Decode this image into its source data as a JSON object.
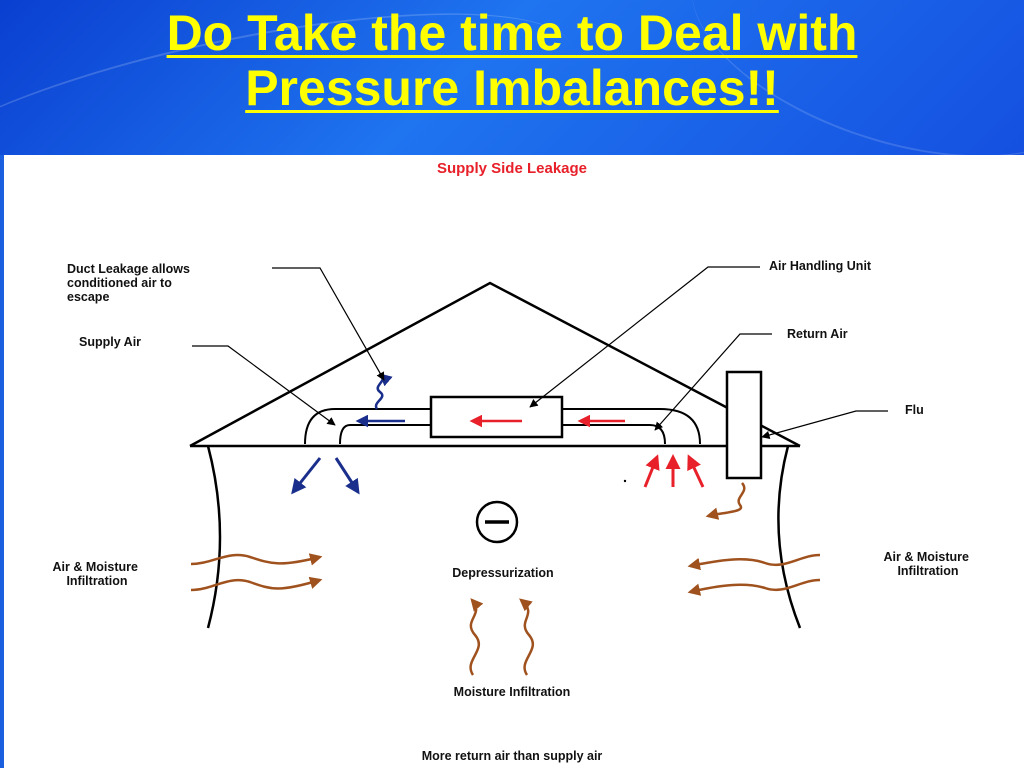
{
  "slide": {
    "title_line1": "Do Take the time to Deal with",
    "title_line2": "Pressure Imbalances!!"
  },
  "diagram": {
    "heading": "Supply Side Leakage",
    "labels": {
      "duct_leakage_line1": "Duct Leakage allows",
      "duct_leakage_line2": "conditioned air to",
      "duct_leakage_line3": "escape",
      "supply_air": "Supply Air",
      "air_handling_unit": "Air Handling Unit",
      "return_air": "Return Air",
      "flu": "Flu",
      "infiltration_left_line1": "Air & Moisture",
      "infiltration_left_line2": "Infiltration",
      "infiltration_right_line1": "Air & Moisture",
      "infiltration_right_line2": "Infiltration",
      "depressurization": "Depressurization",
      "moisture_infiltration": "Moisture Infiltration",
      "footer": "More return air than supply air"
    },
    "colors": {
      "heading": "#e8202a",
      "supply_arrows": "#1a2e8c",
      "return_arrows": "#e8202a",
      "infiltration_arrows": "#a0521e",
      "outline": "#000000"
    }
  }
}
